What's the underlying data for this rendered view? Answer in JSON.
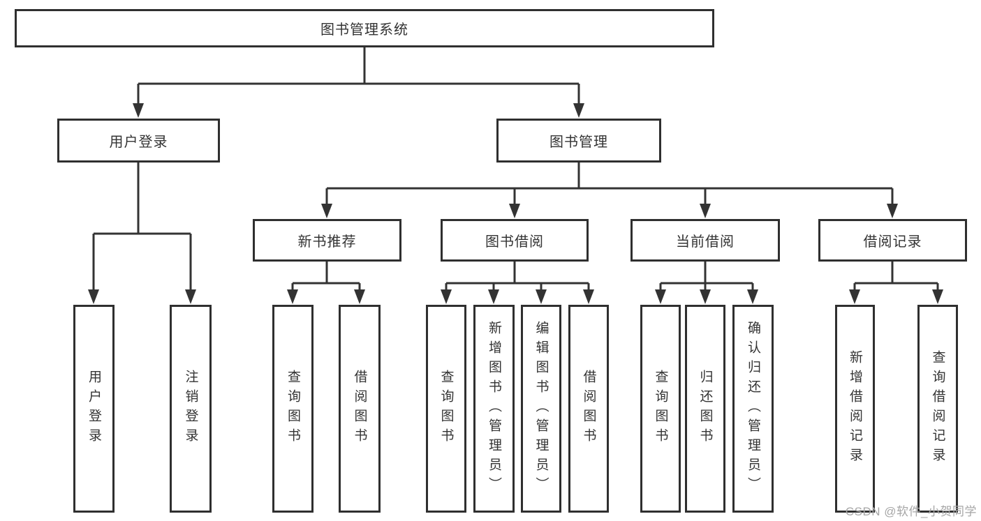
{
  "diagram_title": "图书管理系统",
  "tree": {
    "label": "图书管理系统",
    "children": [
      {
        "label": "用户登录",
        "children": [
          {
            "label": "用户登录"
          },
          {
            "label": "注销登录"
          }
        ]
      },
      {
        "label": "图书管理",
        "children": [
          {
            "label": "新书推荐",
            "children": [
              {
                "label": "查询图书"
              },
              {
                "label": "借阅图书"
              }
            ]
          },
          {
            "label": "图书借阅",
            "children": [
              {
                "label": "查询图书"
              },
              {
                "label": "新增图书（管理员）"
              },
              {
                "label": "编辑图书（管理员）"
              },
              {
                "label": "借阅图书"
              }
            ]
          },
          {
            "label": "当前借阅",
            "children": [
              {
                "label": "查询图书"
              },
              {
                "label": "归还图书"
              },
              {
                "label": "确认归还（管理员）"
              }
            ]
          },
          {
            "label": "借阅记录",
            "children": [
              {
                "label": "新增借阅记录"
              },
              {
                "label": "查询借阅记录"
              }
            ]
          }
        ]
      }
    ]
  },
  "watermark": "CSDN @软件_小贺同学",
  "colors": {
    "line": "#333333",
    "box_border": "#2f2f2f",
    "text": "#333333",
    "watermark": "#a6a6a6",
    "background": "#ffffff"
  }
}
